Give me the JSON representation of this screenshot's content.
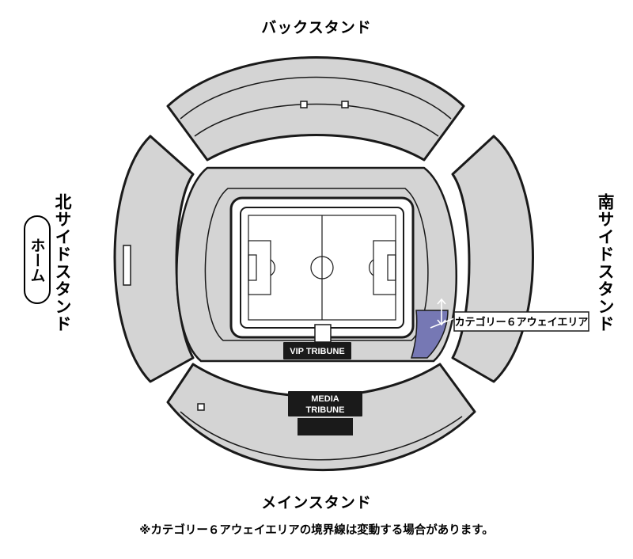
{
  "stands": {
    "back": "バックスタンド",
    "main": "メインスタンド",
    "north": "北サイドスタンド",
    "south": "南サイドスタンド"
  },
  "home_badge": "ホーム",
  "vip_tribune": "VIP TRIBUNE",
  "media_tribune": [
    "MEDIA",
    "TRIBUNE"
  ],
  "away_area_label": "カテゴリー６アウェイエリア",
  "footnote": "※カテゴリー６アウェイエリアの境界線は変動する場合があります。",
  "colors": {
    "stand_fill": "#d4d4d4",
    "outline": "#1a1a1a",
    "away_area": "#7678b4",
    "tribune_box": "#1a1a1a",
    "pitch": "#ffffff"
  }
}
